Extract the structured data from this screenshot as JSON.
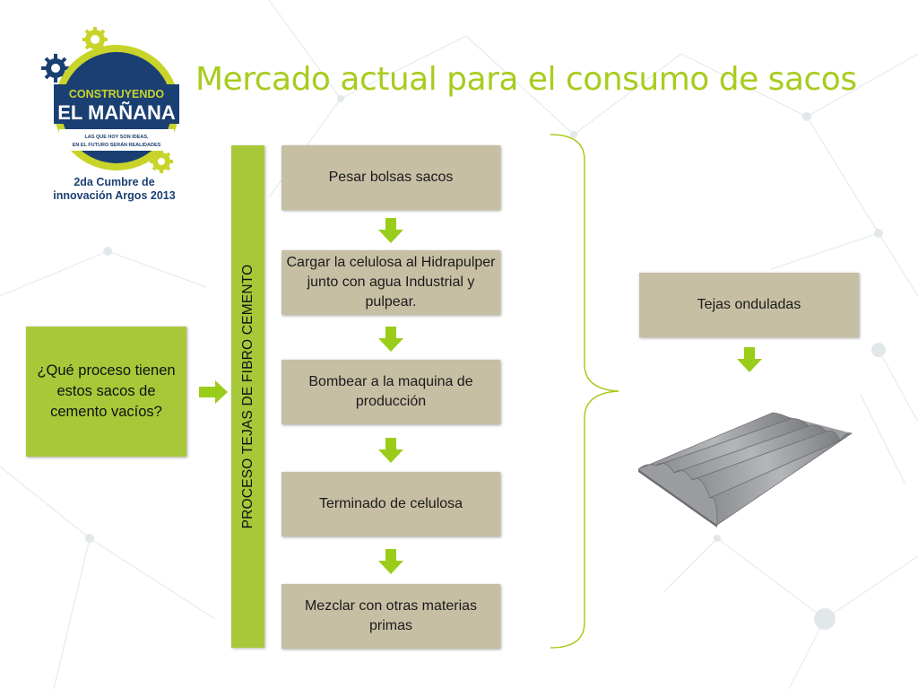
{
  "title": "Mercado actual para el consumo de sacos",
  "logo": {
    "line1": "CONSTRUYENDO",
    "line2": "EL MAÑANA",
    "tagline1": "LAS QUE HOY SON IDEAS,",
    "tagline2": "EN EL FUTURO SERÁN REALIDADES",
    "caption_line1": "2da Cumbre de",
    "caption_line2": "innovación Argos 2013"
  },
  "question": "¿Qué proceso tienen estos sacos de cemento vacíos?",
  "process_label": "PROCESO TEJAS DE FIBRO CEMENTO",
  "steps": [
    "Pesar bolsas sacos",
    "Cargar la celulosa al Hidrapulper junto con agua Industrial y pulpear.",
    "Bombear a la maquina de producción",
    "Terminado de celulosa",
    "Mezclar con otras materias primas"
  ],
  "result": "Tejas onduladas",
  "colors": {
    "accent_green": "#a8c83a",
    "arrow_green": "#9acd1a",
    "title_green": "#a8cc1e",
    "step_fill": "#c7bfa4",
    "logo_navy": "#1a3f73"
  }
}
